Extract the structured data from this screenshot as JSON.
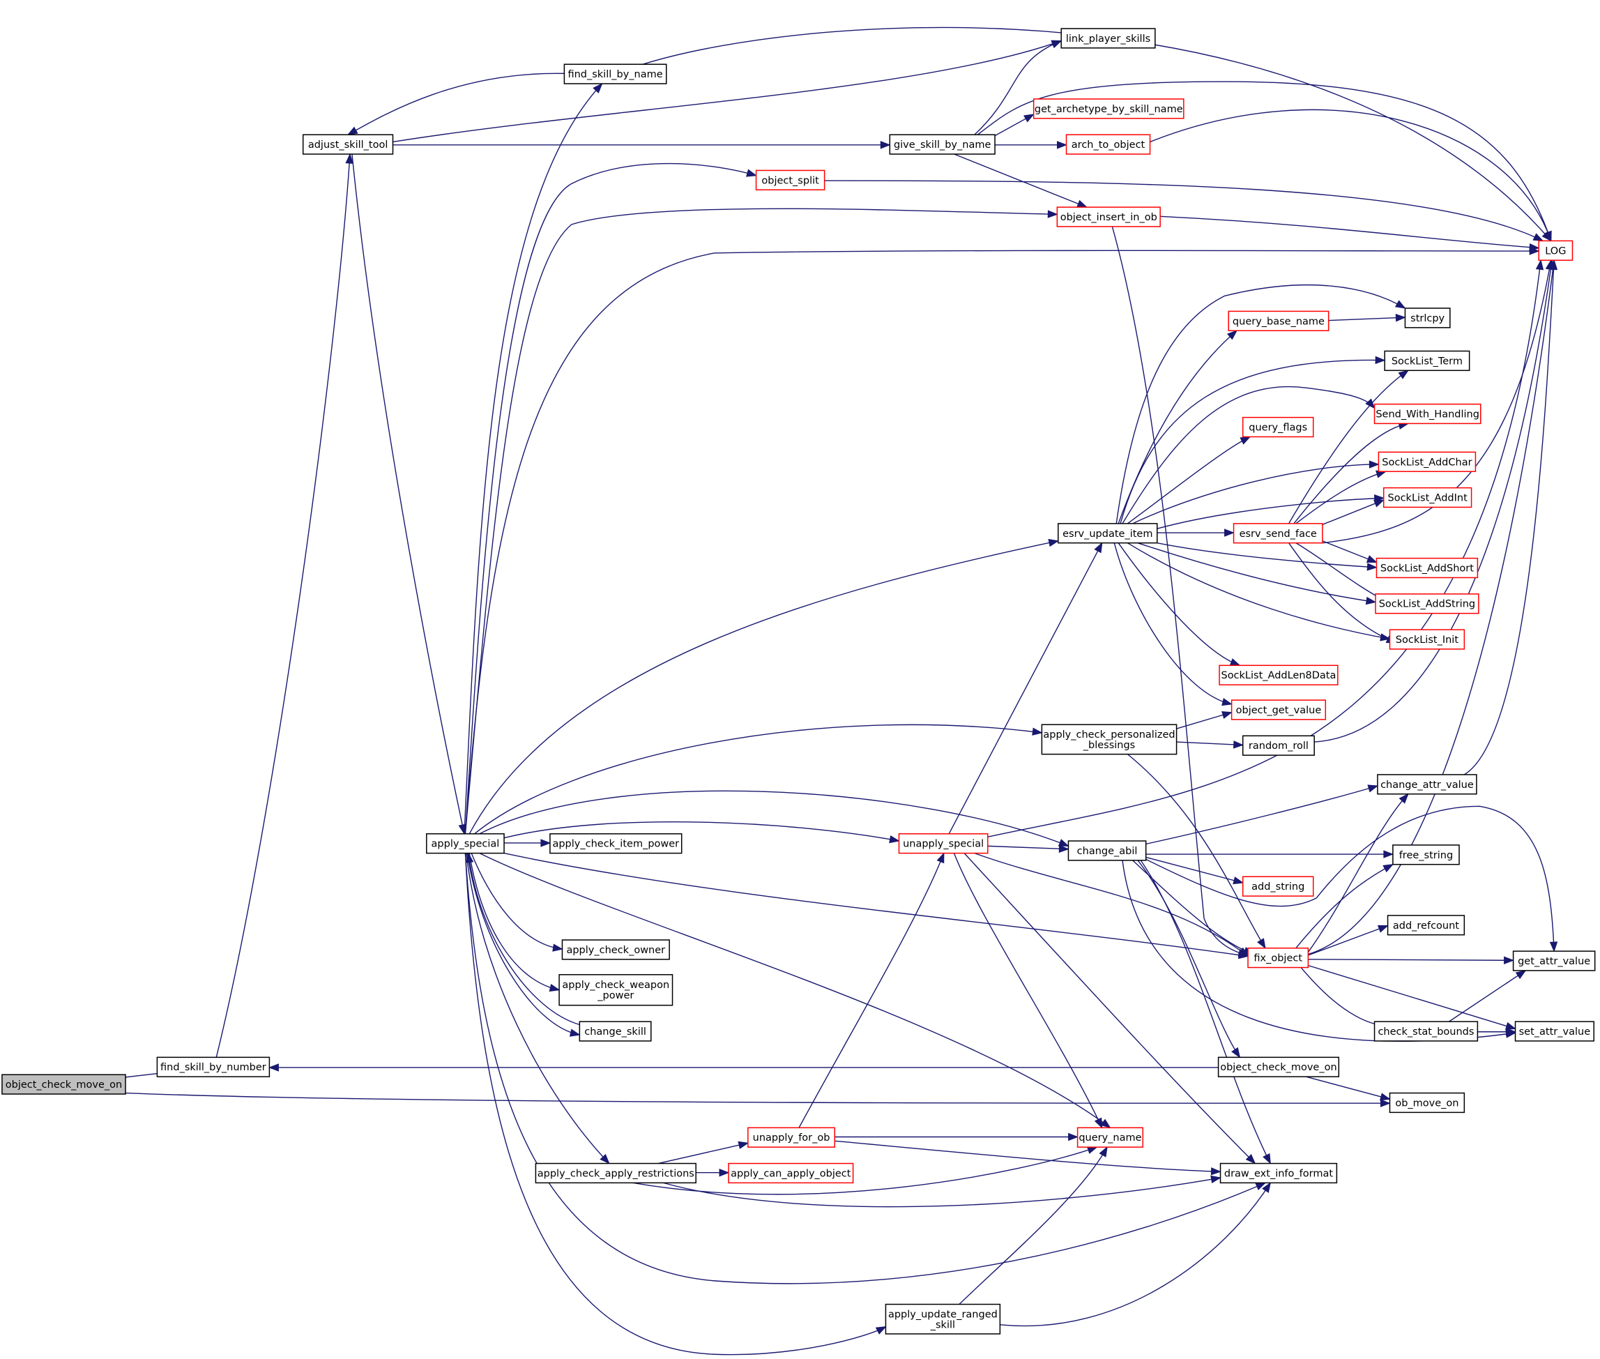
{
  "graph": {
    "nodes": [
      {
        "id": "object_check_move_on_root",
        "lines": [
          "object_check_move_on"
        ],
        "style": "root"
      },
      {
        "id": "find_skill_by_number",
        "lines": [
          "find_skill_by_number"
        ],
        "style": "normal"
      },
      {
        "id": "adjust_skill_tool",
        "lines": [
          "adjust_skill_tool"
        ],
        "style": "normal"
      },
      {
        "id": "find_skill_by_name",
        "lines": [
          "find_skill_by_name"
        ],
        "style": "normal"
      },
      {
        "id": "link_player_skills",
        "lines": [
          "link_player_skills"
        ],
        "style": "normal"
      },
      {
        "id": "give_skill_by_name",
        "lines": [
          "give_skill_by_name"
        ],
        "style": "normal"
      },
      {
        "id": "get_archetype_by_skill_name",
        "lines": [
          "get_archetype_by_skill_name"
        ],
        "style": "red"
      },
      {
        "id": "arch_to_object",
        "lines": [
          "arch_to_object"
        ],
        "style": "red"
      },
      {
        "id": "object_split",
        "lines": [
          "object_split"
        ],
        "style": "red"
      },
      {
        "id": "object_insert_in_ob",
        "lines": [
          "object_insert_in_ob"
        ],
        "style": "red"
      },
      {
        "id": "LOG",
        "lines": [
          "LOG"
        ],
        "style": "red"
      },
      {
        "id": "strlcpy",
        "lines": [
          "strlcpy"
        ],
        "style": "normal"
      },
      {
        "id": "query_base_name",
        "lines": [
          "query_base_name"
        ],
        "style": "red"
      },
      {
        "id": "SockList_Term",
        "lines": [
          "SockList_Term"
        ],
        "style": "normal"
      },
      {
        "id": "Send_With_Handling",
        "lines": [
          "Send_With_Handling"
        ],
        "style": "red"
      },
      {
        "id": "query_flags",
        "lines": [
          "query_flags"
        ],
        "style": "red"
      },
      {
        "id": "SockList_AddChar",
        "lines": [
          "SockList_AddChar"
        ],
        "style": "red"
      },
      {
        "id": "SockList_AddInt",
        "lines": [
          "SockList_AddInt"
        ],
        "style": "red"
      },
      {
        "id": "esrv_update_item",
        "lines": [
          "esrv_update_item"
        ],
        "style": "normal"
      },
      {
        "id": "esrv_send_face",
        "lines": [
          "esrv_send_face"
        ],
        "style": "red"
      },
      {
        "id": "SockList_AddShort",
        "lines": [
          "SockList_AddShort"
        ],
        "style": "red"
      },
      {
        "id": "SockList_AddString",
        "lines": [
          "SockList_AddString"
        ],
        "style": "red"
      },
      {
        "id": "SockList_Init",
        "lines": [
          "SockList_Init"
        ],
        "style": "red"
      },
      {
        "id": "SockList_AddLen8Data",
        "lines": [
          "SockList_AddLen8Data"
        ],
        "style": "red"
      },
      {
        "id": "object_get_value",
        "lines": [
          "object_get_value"
        ],
        "style": "red"
      },
      {
        "id": "apply_check_personalized_blessings",
        "lines": [
          "apply_check_personalized",
          "_blessings"
        ],
        "style": "normal"
      },
      {
        "id": "random_roll",
        "lines": [
          "random_roll"
        ],
        "style": "normal"
      },
      {
        "id": "change_attr_value",
        "lines": [
          "change_attr_value"
        ],
        "style": "normal"
      },
      {
        "id": "apply_special",
        "lines": [
          "apply_special"
        ],
        "style": "normal"
      },
      {
        "id": "apply_check_item_power",
        "lines": [
          "apply_check_item_power"
        ],
        "style": "normal"
      },
      {
        "id": "unapply_special",
        "lines": [
          "unapply_special"
        ],
        "style": "red"
      },
      {
        "id": "change_abil",
        "lines": [
          "change_abil"
        ],
        "style": "normal"
      },
      {
        "id": "free_string",
        "lines": [
          "free_string"
        ],
        "style": "normal"
      },
      {
        "id": "add_string",
        "lines": [
          "add_string"
        ],
        "style": "red"
      },
      {
        "id": "add_refcount",
        "lines": [
          "add_refcount"
        ],
        "style": "normal"
      },
      {
        "id": "fix_object",
        "lines": [
          "fix_object"
        ],
        "style": "red"
      },
      {
        "id": "get_attr_value",
        "lines": [
          "get_attr_value"
        ],
        "style": "normal"
      },
      {
        "id": "apply_check_owner",
        "lines": [
          "apply_check_owner"
        ],
        "style": "normal"
      },
      {
        "id": "apply_check_weapon_power",
        "lines": [
          "apply_check_weapon",
          "_power"
        ],
        "style": "normal"
      },
      {
        "id": "change_skill",
        "lines": [
          "change_skill"
        ],
        "style": "normal"
      },
      {
        "id": "check_stat_bounds",
        "lines": [
          "check_stat_bounds"
        ],
        "style": "normal"
      },
      {
        "id": "set_attr_value",
        "lines": [
          "set_attr_value"
        ],
        "style": "normal"
      },
      {
        "id": "object_check_move_on",
        "lines": [
          "object_check_move_on"
        ],
        "style": "normal"
      },
      {
        "id": "ob_move_on",
        "lines": [
          "ob_move_on"
        ],
        "style": "normal"
      },
      {
        "id": "unapply_for_ob",
        "lines": [
          "unapply_for_ob"
        ],
        "style": "red"
      },
      {
        "id": "query_name",
        "lines": [
          "query_name"
        ],
        "style": "red"
      },
      {
        "id": "apply_check_apply_restrictions",
        "lines": [
          "apply_check_apply_restrictions"
        ],
        "style": "normal"
      },
      {
        "id": "apply_can_apply_object",
        "lines": [
          "apply_can_apply_object"
        ],
        "style": "red"
      },
      {
        "id": "draw_ext_info_format",
        "lines": [
          "draw_ext_info_format"
        ],
        "style": "normal"
      },
      {
        "id": "apply_update_ranged_skill",
        "lines": [
          "apply_update_ranged",
          "_skill"
        ],
        "style": "normal"
      }
    ],
    "edges": [
      [
        "object_check_move_on_root",
        "find_skill_by_number"
      ],
      [
        "object_check_move_on_root",
        "ob_move_on"
      ],
      [
        "find_skill_by_number",
        "adjust_skill_tool"
      ],
      [
        "adjust_skill_tool",
        "apply_special"
      ],
      [
        "adjust_skill_tool",
        "give_skill_by_name"
      ],
      [
        "adjust_skill_tool",
        "link_player_skills"
      ],
      [
        "find_skill_by_name",
        "adjust_skill_tool"
      ],
      [
        "find_skill_by_name",
        "LOG"
      ],
      [
        "apply_special",
        "find_skill_by_name"
      ],
      [
        "apply_special",
        "object_split"
      ],
      [
        "apply_special",
        "object_insert_in_ob"
      ],
      [
        "apply_special",
        "LOG"
      ],
      [
        "apply_special",
        "esrv_update_item"
      ],
      [
        "apply_special",
        "apply_check_personalized_blessings"
      ],
      [
        "apply_special",
        "change_abil"
      ],
      [
        "apply_special",
        "unapply_special"
      ],
      [
        "apply_special",
        "apply_check_item_power"
      ],
      [
        "apply_special",
        "fix_object"
      ],
      [
        "apply_special",
        "query_name"
      ],
      [
        "apply_special",
        "apply_check_owner"
      ],
      [
        "apply_special",
        "apply_check_weapon_power"
      ],
      [
        "apply_special",
        "change_skill"
      ],
      [
        "apply_special",
        "apply_check_apply_restrictions"
      ],
      [
        "apply_special",
        "draw_ext_info_format"
      ],
      [
        "apply_special",
        "apply_update_ranged_skill"
      ],
      [
        "change_skill",
        "apply_special"
      ],
      [
        "give_skill_by_name",
        "link_player_skills"
      ],
      [
        "give_skill_by_name",
        "LOG"
      ],
      [
        "give_skill_by_name",
        "get_archetype_by_skill_name"
      ],
      [
        "give_skill_by_name",
        "arch_to_object"
      ],
      [
        "give_skill_by_name",
        "object_insert_in_ob"
      ],
      [
        "arch_to_object",
        "LOG"
      ],
      [
        "object_split",
        "LOG"
      ],
      [
        "object_insert_in_ob",
        "LOG"
      ],
      [
        "object_insert_in_ob",
        "fix_object"
      ],
      [
        "query_base_name",
        "strlcpy"
      ],
      [
        "esrv_update_item",
        "strlcpy"
      ],
      [
        "esrv_update_item",
        "query_base_name"
      ],
      [
        "esrv_update_item",
        "SockList_Term"
      ],
      [
        "esrv_update_item",
        "Send_With_Handling"
      ],
      [
        "esrv_update_item",
        "query_flags"
      ],
      [
        "esrv_update_item",
        "SockList_AddChar"
      ],
      [
        "esrv_update_item",
        "SockList_AddInt"
      ],
      [
        "esrv_update_item",
        "esrv_send_face"
      ],
      [
        "esrv_update_item",
        "SockList_AddShort"
      ],
      [
        "esrv_update_item",
        "SockList_AddString"
      ],
      [
        "esrv_update_item",
        "SockList_Init"
      ],
      [
        "esrv_update_item",
        "SockList_AddLen8Data"
      ],
      [
        "esrv_update_item",
        "object_get_value"
      ],
      [
        "esrv_send_face",
        "LOG"
      ],
      [
        "esrv_send_face",
        "SockList_Term"
      ],
      [
        "esrv_send_face",
        "Send_With_Handling"
      ],
      [
        "esrv_send_face",
        "SockList_AddChar"
      ],
      [
        "esrv_send_face",
        "SockList_AddInt"
      ],
      [
        "esrv_send_face",
        "SockList_AddShort"
      ],
      [
        "esrv_send_face",
        "SockList_AddString"
      ],
      [
        "esrv_send_face",
        "SockList_Init"
      ],
      [
        "apply_check_personalized_blessings",
        "object_get_value"
      ],
      [
        "apply_check_personalized_blessings",
        "random_roll"
      ],
      [
        "apply_check_personalized_blessings",
        "fix_object"
      ],
      [
        "random_roll",
        "LOG"
      ],
      [
        "change_attr_value",
        "LOG"
      ],
      [
        "unapply_special",
        "esrv_update_item"
      ],
      [
        "unapply_special",
        "LOG"
      ],
      [
        "unapply_special",
        "change_abil"
      ],
      [
        "unapply_special",
        "fix_object"
      ],
      [
        "unapply_special",
        "query_name"
      ],
      [
        "unapply_special",
        "draw_ext_info_format"
      ],
      [
        "change_abil",
        "change_attr_value"
      ],
      [
        "change_abil",
        "free_string"
      ],
      [
        "change_abil",
        "add_string"
      ],
      [
        "change_abil",
        "fix_object"
      ],
      [
        "change_abil",
        "get_attr_value"
      ],
      [
        "change_abil",
        "set_attr_value"
      ],
      [
        "change_abil",
        "object_check_move_on"
      ],
      [
        "change_abil",
        "draw_ext_info_format"
      ],
      [
        "fix_object",
        "LOG"
      ],
      [
        "fix_object",
        "change_attr_value"
      ],
      [
        "fix_object",
        "free_string"
      ],
      [
        "fix_object",
        "add_refcount"
      ],
      [
        "fix_object",
        "get_attr_value"
      ],
      [
        "fix_object",
        "check_stat_bounds"
      ],
      [
        "fix_object",
        "set_attr_value"
      ],
      [
        "check_stat_bounds",
        "get_attr_value"
      ],
      [
        "check_stat_bounds",
        "set_attr_value"
      ],
      [
        "object_check_move_on",
        "find_skill_by_number"
      ],
      [
        "object_check_move_on",
        "ob_move_on"
      ],
      [
        "unapply_for_ob",
        "unapply_special"
      ],
      [
        "unapply_for_ob",
        "query_name"
      ],
      [
        "unapply_for_ob",
        "draw_ext_info_format"
      ],
      [
        "apply_check_apply_restrictions",
        "unapply_for_ob"
      ],
      [
        "apply_check_apply_restrictions",
        "apply_can_apply_object"
      ],
      [
        "apply_check_apply_restrictions",
        "query_name"
      ],
      [
        "apply_check_apply_restrictions",
        "draw_ext_info_format"
      ],
      [
        "apply_update_ranged_skill",
        "query_name"
      ],
      [
        "apply_update_ranged_skill",
        "draw_ext_info_format"
      ]
    ]
  }
}
